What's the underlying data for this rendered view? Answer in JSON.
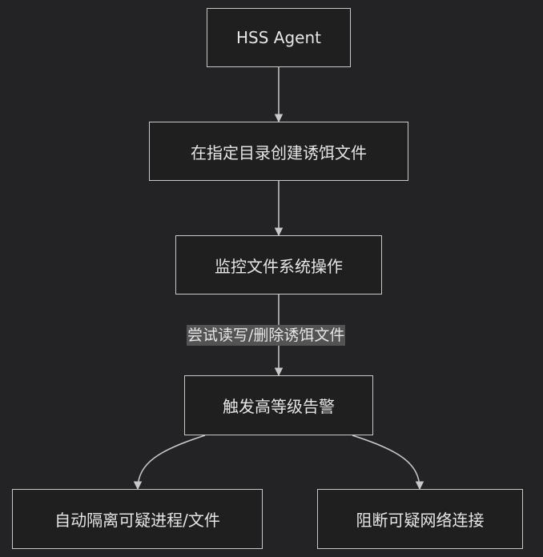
{
  "diagram": {
    "nodes": [
      {
        "id": "agent",
        "label": "HSS Agent"
      },
      {
        "id": "bait",
        "label": "在指定目录创建诱饵文件"
      },
      {
        "id": "monitor",
        "label": "监控文件系统操作"
      },
      {
        "id": "alert",
        "label": "触发高等级告警"
      },
      {
        "id": "isolate",
        "label": "自动隔离可疑进程/文件"
      },
      {
        "id": "block",
        "label": "阻断可疑网络连接"
      }
    ],
    "edges": [
      {
        "from": "agent",
        "to": "bait",
        "label": ""
      },
      {
        "from": "bait",
        "to": "monitor",
        "label": ""
      },
      {
        "from": "monitor",
        "to": "alert",
        "label": "尝试读写/删除诱饵文件"
      },
      {
        "from": "alert",
        "to": "isolate",
        "label": ""
      },
      {
        "from": "alert",
        "to": "block",
        "label": ""
      }
    ],
    "colors": {
      "background": "#232326",
      "node_fill": "#1f1f1f",
      "node_border": "#c9c9c9",
      "text": "#e6e6e6",
      "edge": "#c9c9c9",
      "edge_label_bg": "#535353"
    }
  }
}
